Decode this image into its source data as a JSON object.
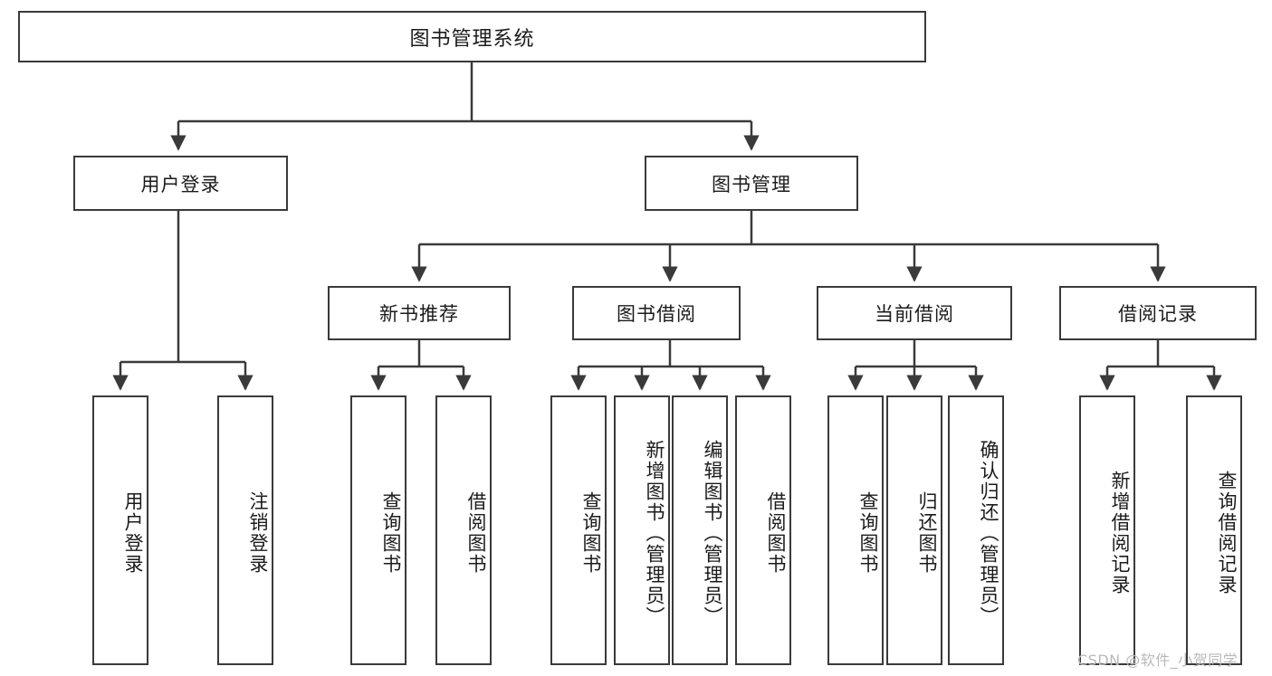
{
  "diagram": {
    "title": "图书管理系统",
    "type": "hierarchical-tree",
    "root": {
      "label": "图书管理系统",
      "id": "root"
    },
    "level2": [
      {
        "id": "user-login",
        "label": "用户登录"
      },
      {
        "id": "book-management",
        "label": "图书管理"
      }
    ],
    "level3": [
      {
        "id": "new-book-recommend",
        "label": "新书推荐",
        "parent": "book-management"
      },
      {
        "id": "book-borrow",
        "label": "图书借阅",
        "parent": "book-management"
      },
      {
        "id": "current-borrow",
        "label": "当前借阅",
        "parent": "book-management"
      },
      {
        "id": "borrow-record",
        "label": "借阅记录",
        "parent": "book-management"
      }
    ],
    "leaves": [
      {
        "id": "leaf-user-login",
        "label": "用户登录",
        "parent": "user-login"
      },
      {
        "id": "leaf-logout-login",
        "label": "注销登录",
        "parent": "user-login"
      },
      {
        "id": "leaf-query-book-1",
        "label": "查询图书",
        "parent": "new-book-recommend"
      },
      {
        "id": "leaf-borrow-book-1",
        "label": "借阅图书",
        "parent": "new-book-recommend"
      },
      {
        "id": "leaf-query-book-2",
        "label": "查询图书",
        "parent": "book-borrow"
      },
      {
        "id": "leaf-add-book",
        "label": "新增图书（管理员）",
        "parent": "book-borrow"
      },
      {
        "id": "leaf-edit-book",
        "label": "编辑图书（管理员）",
        "parent": "book-borrow"
      },
      {
        "id": "leaf-borrow-book-2",
        "label": "借阅图书",
        "parent": "book-borrow"
      },
      {
        "id": "leaf-query-book-3",
        "label": "查询图书",
        "parent": "current-borrow"
      },
      {
        "id": "leaf-return-book",
        "label": "归还图书",
        "parent": "current-borrow"
      },
      {
        "id": "leaf-confirm-return",
        "label": "确认归还（管理员）",
        "parent": "current-borrow"
      },
      {
        "id": "leaf-add-borrow-record",
        "label": "新增借阅记录",
        "parent": "borrow-record"
      },
      {
        "id": "leaf-query-borrow-record",
        "label": "查询借阅记录",
        "parent": "borrow-record"
      }
    ],
    "colors": {
      "border": "#3a3a3a",
      "background": "#ffffff",
      "text": "#1b1b1b",
      "watermark": "#b9b9b9"
    }
  },
  "watermark": {
    "text": "CSDN @软件_小贺同学"
  }
}
